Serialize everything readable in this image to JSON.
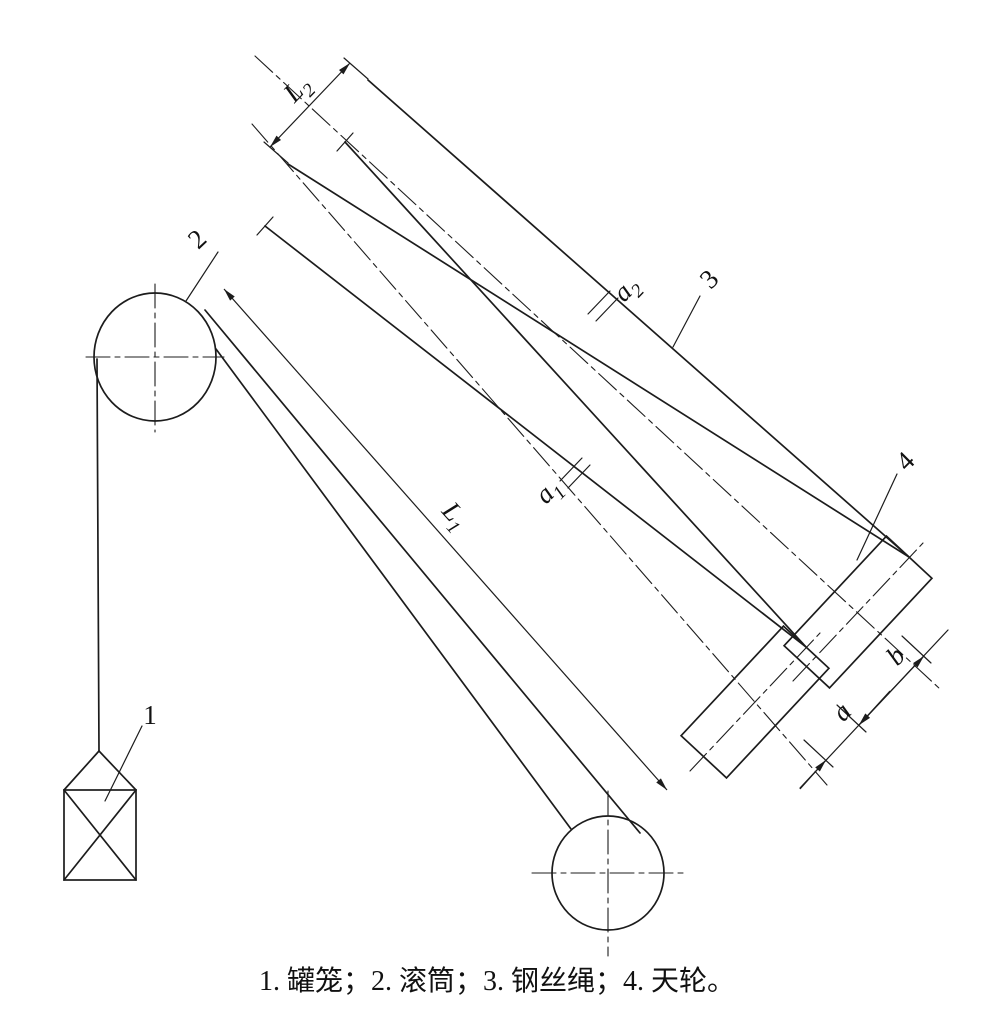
{
  "figure": {
    "colors": {
      "background": "#ffffff",
      "line": "#1c1c1c"
    }
  },
  "labels": {
    "cage": {
      "text": "1"
    },
    "drum": {
      "text": "2"
    },
    "rope": {
      "text": "3"
    },
    "sheave": {
      "text": "4"
    },
    "L1": {
      "base": "L",
      "sub": "1"
    },
    "L2": {
      "base": "L",
      "sub": "2"
    },
    "a1": {
      "base": "a",
      "sub": "1"
    },
    "a2": {
      "base": "a",
      "sub": "2"
    },
    "a": {
      "text": "a"
    },
    "b": {
      "text": "b"
    }
  },
  "caption": {
    "text": "1. 罐笼；2. 滚筒；3. 钢丝绳；4. 天轮。"
  }
}
